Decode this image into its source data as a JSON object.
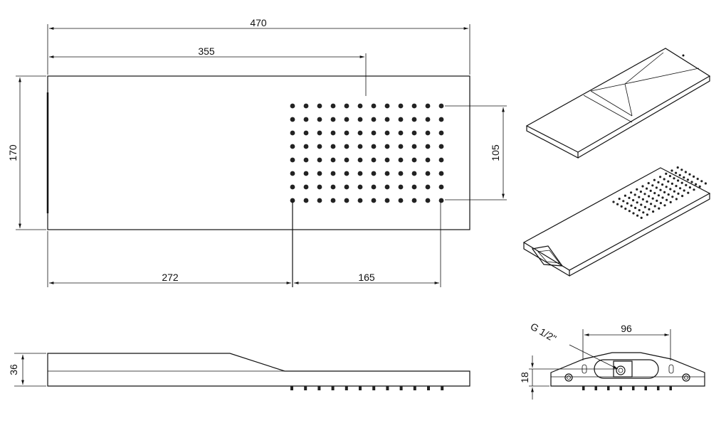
{
  "dimensions": {
    "overall_length": "470",
    "spray_offset": "355",
    "overall_width": "170",
    "spray_field_height": "105",
    "left_offset": "272",
    "spray_field_width": "165",
    "height": "36",
    "inlet_height": "18",
    "connector_width": "96",
    "thread": "G 1/2\""
  }
}
